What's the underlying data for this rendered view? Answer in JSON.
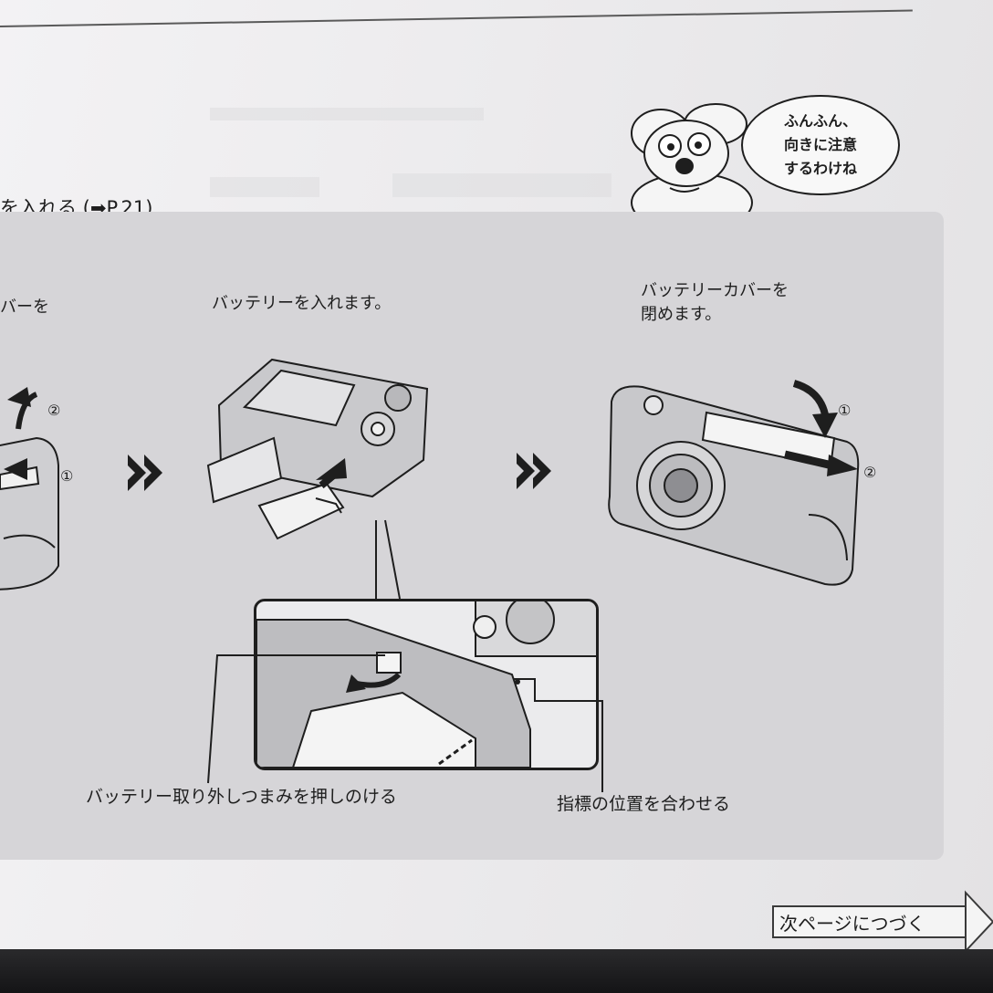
{
  "section": {
    "heading": "を入れる (➡P.21)"
  },
  "steps": [
    {
      "caption": "バーを"
    },
    {
      "caption": "バッテリーを入れます。"
    },
    {
      "caption": "バッテリーカバーを\n閉めます。"
    }
  ],
  "step_numbers": {
    "one": "①",
    "two": "②"
  },
  "callouts": {
    "latch": "バッテリー取り外しつまみを押しのける",
    "index": "指標の位置を合わせる"
  },
  "mascot": {
    "speech": "ふんふん、\n向きに注意\nするわけね"
  },
  "footer": {
    "continue": "次ページにつづく"
  },
  "colors": {
    "panel": "#d6d5d8",
    "ink": "#1e1e1e",
    "paper": "#efeef0"
  },
  "icons": [
    "double-chevron-right-icon",
    "curved-arrow-icon",
    "camera-illustration",
    "battery-illustration",
    "mouse-mascot"
  ]
}
